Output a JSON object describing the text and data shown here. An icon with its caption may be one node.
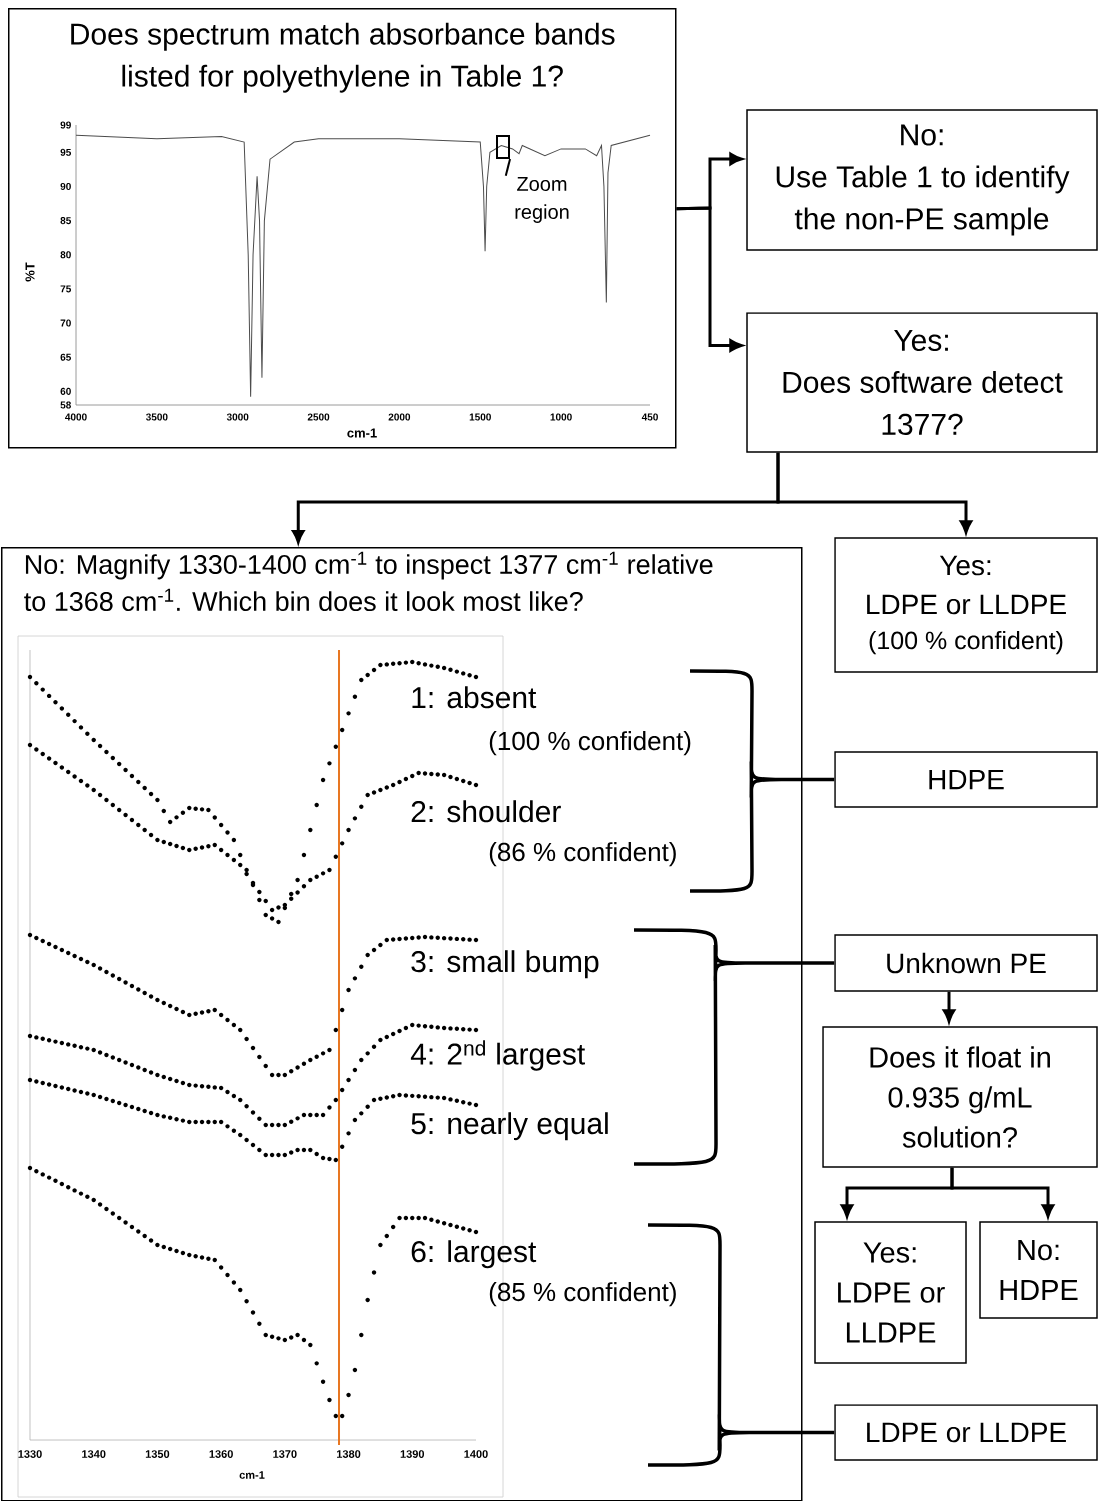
{
  "diagram": {
    "nodes": [
      {
        "text": [
          "Does spectrum match absorbance bands listed for polyethylene in Table 1?"
        ]
      },
      {
        "text": [
          "Zoom region"
        ],
        "in": 0
      },
      {
        "text": [],
        "shape": "box",
        "in": 0
      },
      {
        "text": [
          "No:",
          "Use Table 1 to identify the non-PE sample"
        ]
      },
      {
        "text": [
          "Yes:",
          "Does software detect 1377?"
        ]
      },
      {
        "text": [
          "No: Magnify 1330-1400 cm$^{-1}$ to inspect 1377 cm$^{-1}$ relative to 1368 cm$^{-1}$. Which bin does it look most like?"
        ]
      },
      {
        "text": [
          "1: absent",
          "(100 % confident)"
        ],
        "in": 5
      },
      {
        "text": [
          "2: shoulder",
          "(86 % confident)"
        ],
        "in": 5
      },
      {
        "text": [
          "3: small bump"
        ],
        "in": 5
      },
      {
        "text": [
          "4: 2$^{nd}$ largest"
        ],
        "in": 5
      },
      {
        "text": [
          "5: nearly equal"
        ],
        "in": 5
      },
      {
        "text": [
          "6: largest",
          "(85 % confident)"
        ],
        "in": 5
      },
      {
        "text": [
          "Yes:",
          "LDPE or LLDPE",
          "(100 % confident)"
        ]
      },
      {
        "text": [
          "HDPE"
        ]
      },
      {
        "text": [
          "Unknown PE"
        ]
      },
      {
        "text": [
          "Does it float in 0.935 g/mL solution?"
        ]
      },
      {
        "text": [
          "Yes:",
          "LDPE or LLDPE"
        ]
      },
      {
        "text": [
          "No:",
          "HDPE"
        ]
      },
      {
        "text": [
          "LDPE or LLDPE"
        ]
      }
    ],
    "edges": [
      {
        "from": 0,
        "to": 3,
        "arrow": "to"
      },
      {
        "from": 0,
        "to": 4,
        "arrow": "to"
      },
      {
        "from": 1,
        "to": 2,
        "arrow": "none"
      },
      {
        "from": 4,
        "to": 5,
        "arrow": "to"
      },
      {
        "from": 4,
        "to": 12,
        "arrow": "to"
      },
      {
        "from": 14,
        "to": 15,
        "arrow": "to"
      },
      {
        "from": 15,
        "to": 16,
        "arrow": "to"
      },
      {
        "from": 15,
        "to": 17,
        "arrow": "to"
      },
      {
        "from": 6,
        "to": 13,
        "arrow": "none"
      },
      {
        "from": 7,
        "to": 13,
        "arrow": "none"
      },
      {
        "from": 8,
        "to": 14,
        "arrow": "none"
      },
      {
        "from": 10,
        "to": 14,
        "arrow": "none"
      },
      {
        "from": 11,
        "to": 18,
        "arrow": "none"
      }
    ],
    "labels": [
      "99",
      "95",
      "90",
      "85",
      "80",
      "75",
      "70",
      "65",
      "60",
      "58",
      "%T",
      "4000",
      "3500",
      "3000",
      "2500",
      "2000",
      "1500",
      "1000",
      "450",
      "cm-1",
      "1330",
      "1340",
      "1350",
      "1360",
      "1370",
      "1380",
      "1390",
      "1400",
      "cm-1"
    ]
  }
}
